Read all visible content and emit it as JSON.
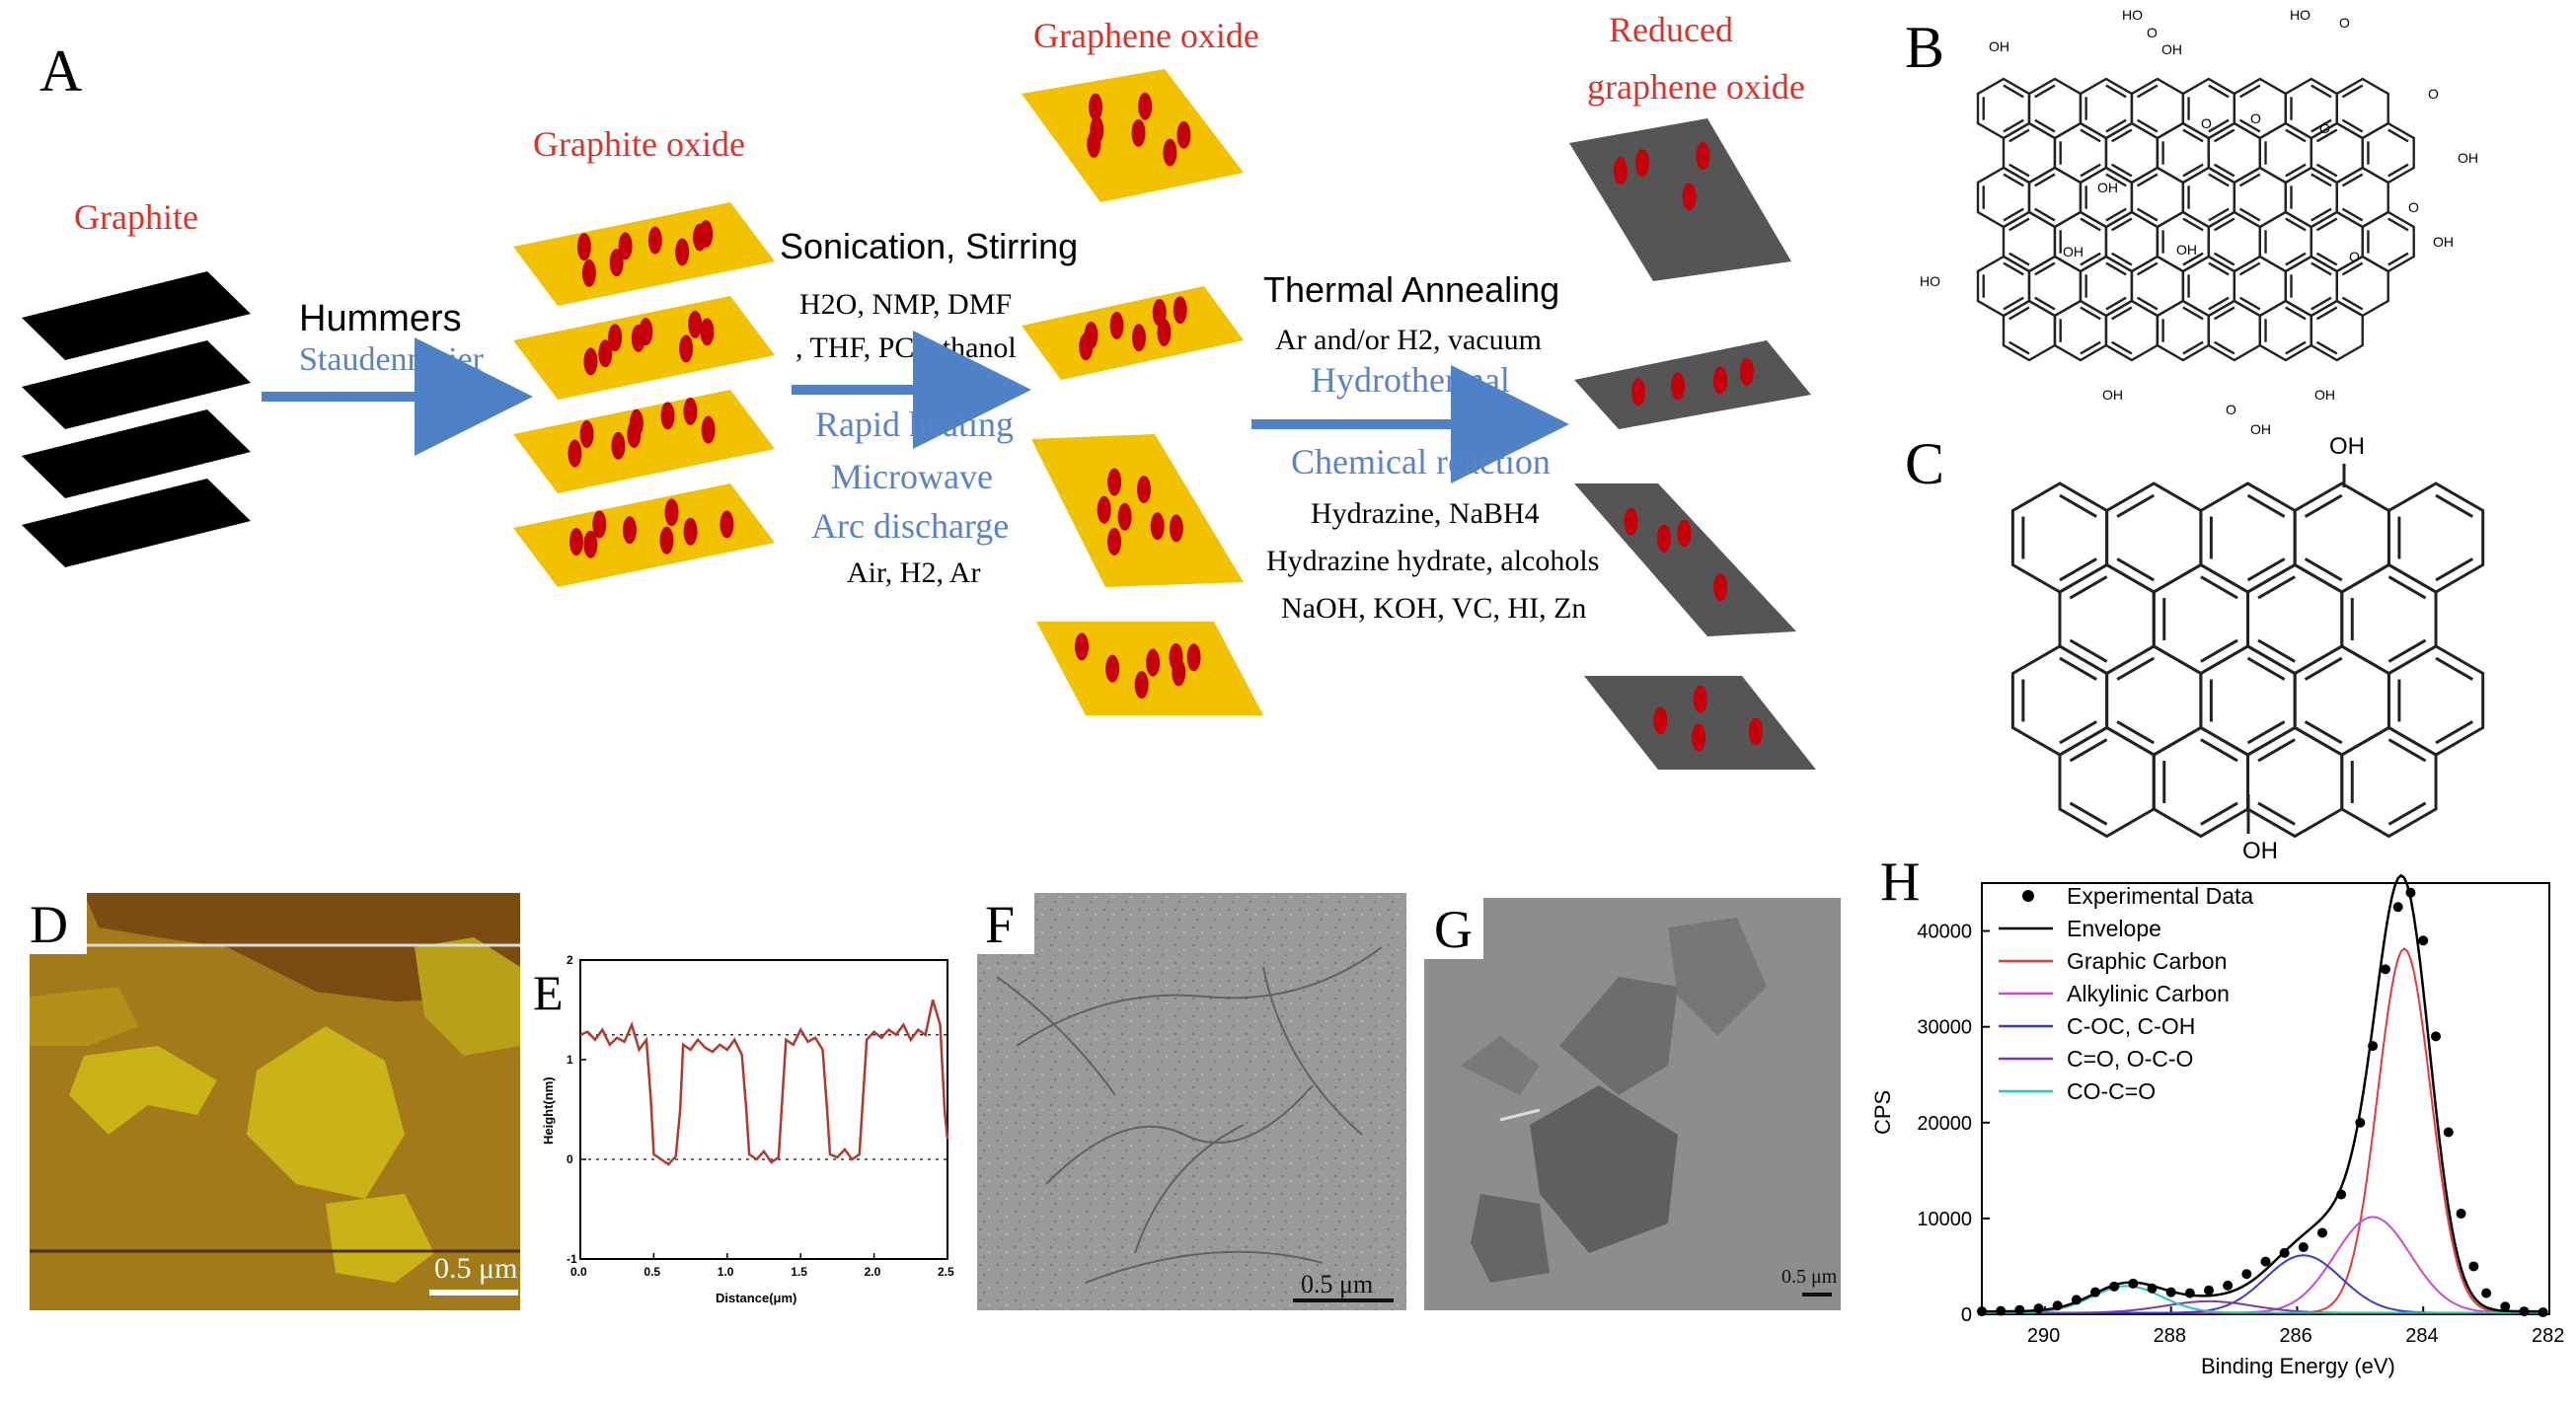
{
  "colors": {
    "red_label": "#d8342b",
    "blue_label": "#5b82c6",
    "arrow": "#4f81c7",
    "yellow_sheet": "#f2c200",
    "red_dot": "#c5000b",
    "grey_sheet": "#555555",
    "black_sheet": "#000000"
  },
  "panel_letters": {
    "a": "A",
    "b": "B",
    "c": "C",
    "d": "D",
    "e": "E",
    "f": "F",
    "g": "G",
    "h": "H"
  },
  "panel_a": {
    "graphite": "Graphite",
    "graphite_oxide": "Graphite oxide",
    "graphene_oxide": "Graphene oxide",
    "reduced_line1": "Reduced",
    "reduced_line2": "graphene oxide",
    "step1_title": "Hummers",
    "step1_alt": "Staudenmaier",
    "step2_title": "Sonication, Stirring",
    "step2_solvents_line1": "H2O, NMP, DMF",
    "step2_solvents_line2": ", THF, PC, ethanol",
    "step2_alt1": "Rapid heating",
    "step2_alt2": "Microwave",
    "step2_alt3": "Arc discharge",
    "step2_gases": "Air, H2, Ar",
    "step3_title": "Thermal Annealing",
    "step3_conditions": "Ar and/or H2, vacuum",
    "step3_alt1": "Hydrothermal",
    "step3_alt2": "Chemical reaction",
    "step3_reagents1": "Hydrazine, NaBH4",
    "step3_reagents2": "Hydrazine hydrate, alcohols",
    "step3_reagents3": "NaOH, KOH, VC, HI, Zn"
  },
  "panel_b": {
    "oh": "OH",
    "ho": "HO",
    "o": "O",
    "cooh_o": "O",
    "cooh_oh": "OH"
  },
  "panel_c": {
    "oh_top": "OH",
    "oh_bottom": "OH"
  },
  "panel_d": {
    "scale_bar": "0.5 μm"
  },
  "panel_f": {
    "scale_bar": "0.5 μm"
  },
  "panel_g": {
    "scale_bar": "0.5 μm"
  },
  "chart_data": [
    {
      "type": "line",
      "panel": "E",
      "xlabel": "Distance(μm)",
      "ylabel": "Height(nm)",
      "xlim": [
        0.0,
        2.5
      ],
      "ylim": [
        -1,
        2
      ],
      "x_ticks": [
        "0.0",
        "0.5",
        "1.0",
        "1.5",
        "2.0",
        "2.5"
      ],
      "y_ticks": [
        "-1",
        "0",
        "1",
        "2"
      ],
      "reference_levels": [
        0,
        1.25
      ],
      "series": [
        {
          "color": "#b03a2e",
          "x": [
            0.0,
            0.05,
            0.1,
            0.15,
            0.2,
            0.25,
            0.3,
            0.35,
            0.4,
            0.45,
            0.48,
            0.5,
            0.55,
            0.6,
            0.65,
            0.68,
            0.7,
            0.75,
            0.8,
            0.85,
            0.9,
            0.95,
            1.0,
            1.05,
            1.1,
            1.13,
            1.15,
            1.2,
            1.25,
            1.3,
            1.35,
            1.4,
            1.45,
            1.5,
            1.55,
            1.6,
            1.65,
            1.68,
            1.7,
            1.75,
            1.8,
            1.85,
            1.9,
            1.95,
            2.0,
            2.05,
            2.1,
            2.15,
            2.2,
            2.25,
            2.3,
            2.35,
            2.4,
            2.45,
            2.48,
            2.5
          ],
          "y": [
            1.25,
            1.28,
            1.2,
            1.3,
            1.15,
            1.22,
            1.18,
            1.35,
            1.1,
            1.2,
            0.6,
            0.05,
            0.0,
            -0.05,
            0.03,
            0.5,
            1.15,
            1.1,
            1.2,
            1.12,
            1.08,
            1.15,
            1.1,
            1.2,
            1.05,
            0.5,
            0.05,
            0.0,
            0.08,
            -0.03,
            0.02,
            1.2,
            1.15,
            1.3,
            1.18,
            1.22,
            1.1,
            0.5,
            0.05,
            0.02,
            0.1,
            0.0,
            0.05,
            1.2,
            1.28,
            1.22,
            1.3,
            1.25,
            1.35,
            1.2,
            1.3,
            1.25,
            1.6,
            1.35,
            0.5,
            0.2
          ]
        }
      ]
    },
    {
      "type": "line",
      "panel": "H",
      "xlabel": "Binding Energy (eV)",
      "ylabel": "CPS",
      "xlim": [
        291,
        282
      ],
      "ylim": [
        0,
        45000
      ],
      "x_ticks": [
        290,
        288,
        286,
        284,
        282
      ],
      "y_ticks": [
        0,
        10000,
        20000,
        30000,
        40000
      ],
      "legend_position": "top-left",
      "experimental": {
        "name": "Experimental Data",
        "x": [
          291.0,
          290.7,
          290.4,
          290.1,
          289.8,
          289.5,
          289.2,
          288.9,
          288.6,
          288.3,
          288.0,
          287.7,
          287.4,
          287.1,
          286.8,
          286.5,
          286.2,
          285.9,
          285.6,
          285.3,
          285.0,
          284.8,
          284.6,
          284.4,
          284.2,
          284.0,
          283.8,
          283.6,
          283.4,
          283.2,
          283.0,
          282.7,
          282.4,
          282.1
        ],
        "y": [
          300,
          350,
          450,
          600,
          900,
          1500,
          2300,
          2900,
          3200,
          2700,
          2300,
          2200,
          2500,
          3000,
          4200,
          5500,
          6400,
          7000,
          8500,
          12500,
          20000,
          28000,
          36000,
          42500,
          44000,
          39000,
          29000,
          19000,
          10500,
          5000,
          2200,
          800,
          300,
          200
        ]
      },
      "series": [
        {
          "name": "Envelope",
          "color": "#000000",
          "components": [
            "sum"
          ]
        },
        {
          "name": "Graphic Carbon",
          "color": "#e03c3c",
          "center": 284.3,
          "sigma": 0.42,
          "amplitude": 38000
        },
        {
          "name": "Alkylinic Carbon",
          "color": "#d048d0",
          "center": 284.8,
          "sigma": 0.6,
          "amplitude": 10000
        },
        {
          "name": "C-OC, C-OH",
          "color": "#3b3bd0",
          "center": 285.9,
          "sigma": 0.6,
          "amplitude": 6000
        },
        {
          "name": "C=O, O-C-O",
          "color": "#7a3aa8",
          "center": 287.4,
          "sigma": 0.7,
          "amplitude": 1200
        },
        {
          "name": "CO-C=O",
          "color": "#29c6c6",
          "center": 288.7,
          "sigma": 0.55,
          "amplitude": 2800
        }
      ]
    }
  ]
}
